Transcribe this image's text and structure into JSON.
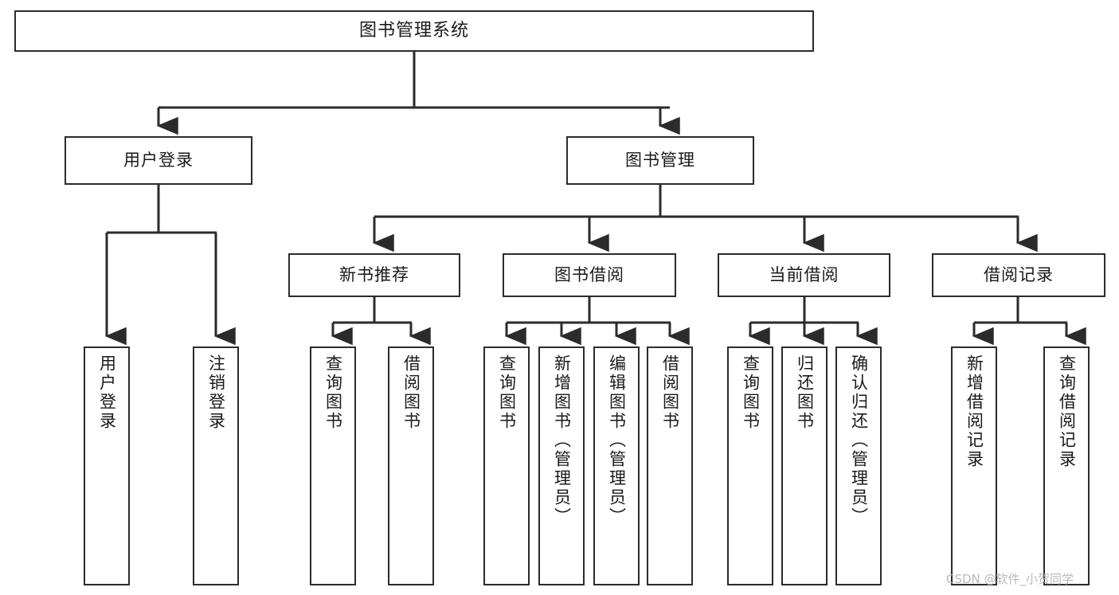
{
  "diagram": {
    "title": "图书管理系统",
    "watermark": "CSDN @软件_小贺同学",
    "root": {
      "label": "图书管理系统"
    },
    "level2": [
      {
        "label": "用户登录"
      },
      {
        "label": "图书管理"
      }
    ],
    "level3": [
      {
        "label": "新书推荐"
      },
      {
        "label": "图书借阅"
      },
      {
        "label": "当前借阅"
      },
      {
        "label": "借阅记录"
      }
    ],
    "leaves": {
      "user_login": [
        {
          "label": "用户登录"
        },
        {
          "label": "注销登录"
        }
      ],
      "new_book_recommend": [
        {
          "label": "查询图书"
        },
        {
          "label": "借阅图书"
        }
      ],
      "book_borrow": [
        {
          "label": "查询图书"
        },
        {
          "label": "新增图书（管理员）"
        },
        {
          "label": "编辑图书（管理员）"
        },
        {
          "label": "借阅图书"
        }
      ],
      "current_borrow": [
        {
          "label": "查询图书"
        },
        {
          "label": "归还图书"
        },
        {
          "label": "确认归还（管理员）"
        }
      ],
      "borrow_record": [
        {
          "label": "新增借阅记录"
        },
        {
          "label": "查询借阅记录"
        }
      ]
    },
    "colors": {
      "border": "#2b2b2b",
      "background": "#ffffff",
      "text": "#1a1a1a",
      "watermark": "#b9b9b9"
    }
  }
}
